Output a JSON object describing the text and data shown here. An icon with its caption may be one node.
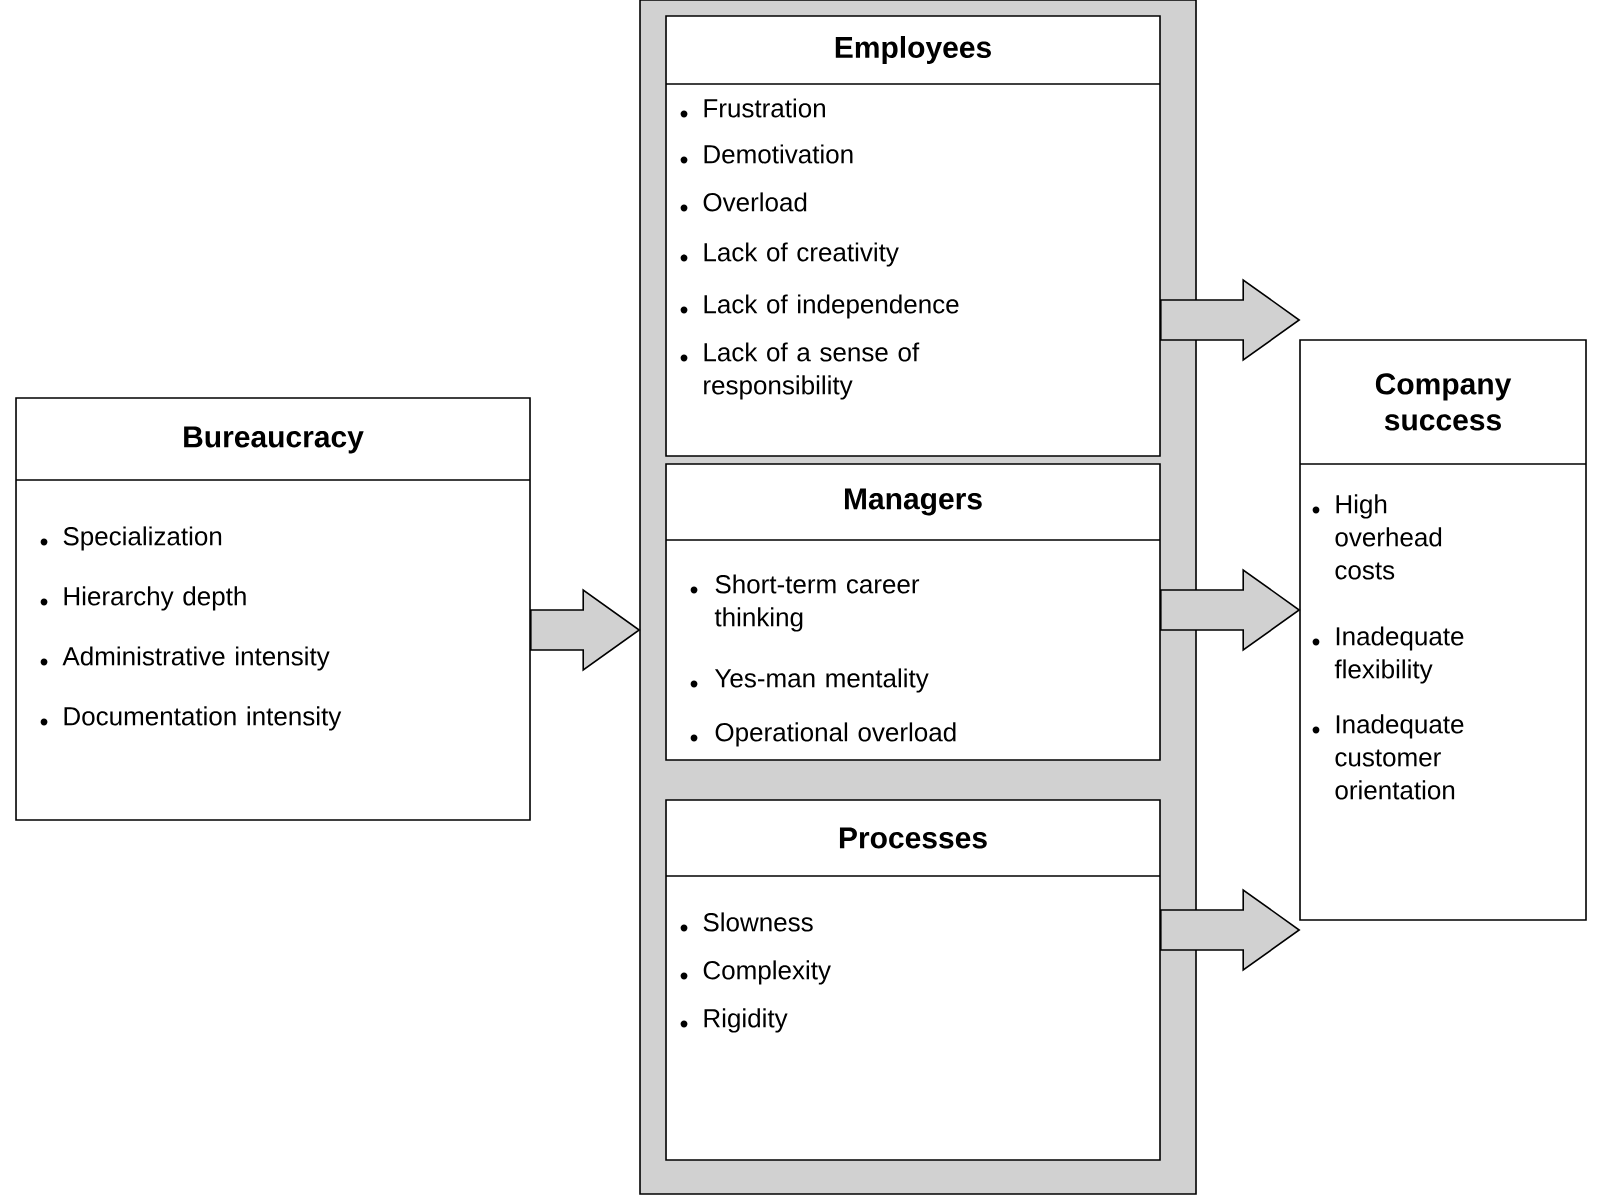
{
  "diagram": {
    "nodes": [
      {
        "text": [
          "Bureaucracy",
          "Specialization",
          "Hierarchy depth",
          "Administrative intensity",
          "Documentation intensity"
        ]
      },
      {
        "text": [],
        "shape": "box"
      },
      {
        "text": [
          "Employees",
          "Frustration",
          "Demotivation",
          "Overload",
          "Lack of creativity",
          "Lack of independence",
          "Lack of a sense of responsibility"
        ],
        "in": 1
      },
      {
        "text": [
          "Managers",
          "Short-term career thinking",
          "Yes-man mentality",
          "Operational overload"
        ],
        "in": 1
      },
      {
        "text": [
          "Processes",
          "Slowness",
          "Complexity",
          "Rigidity"
        ],
        "in": 1
      },
      {
        "text": [
          "Company success",
          "High overhead costs",
          "Inadequate flexibility",
          "Inadequate customer orientation"
        ]
      }
    ],
    "edges": [
      {
        "from": 0,
        "to": 1,
        "arrow": "to"
      },
      {
        "from": 2,
        "to": 5,
        "arrow": "to"
      },
      {
        "from": 3,
        "to": 5,
        "arrow": "to"
      },
      {
        "from": 4,
        "to": 5,
        "arrow": "to"
      }
    ]
  }
}
